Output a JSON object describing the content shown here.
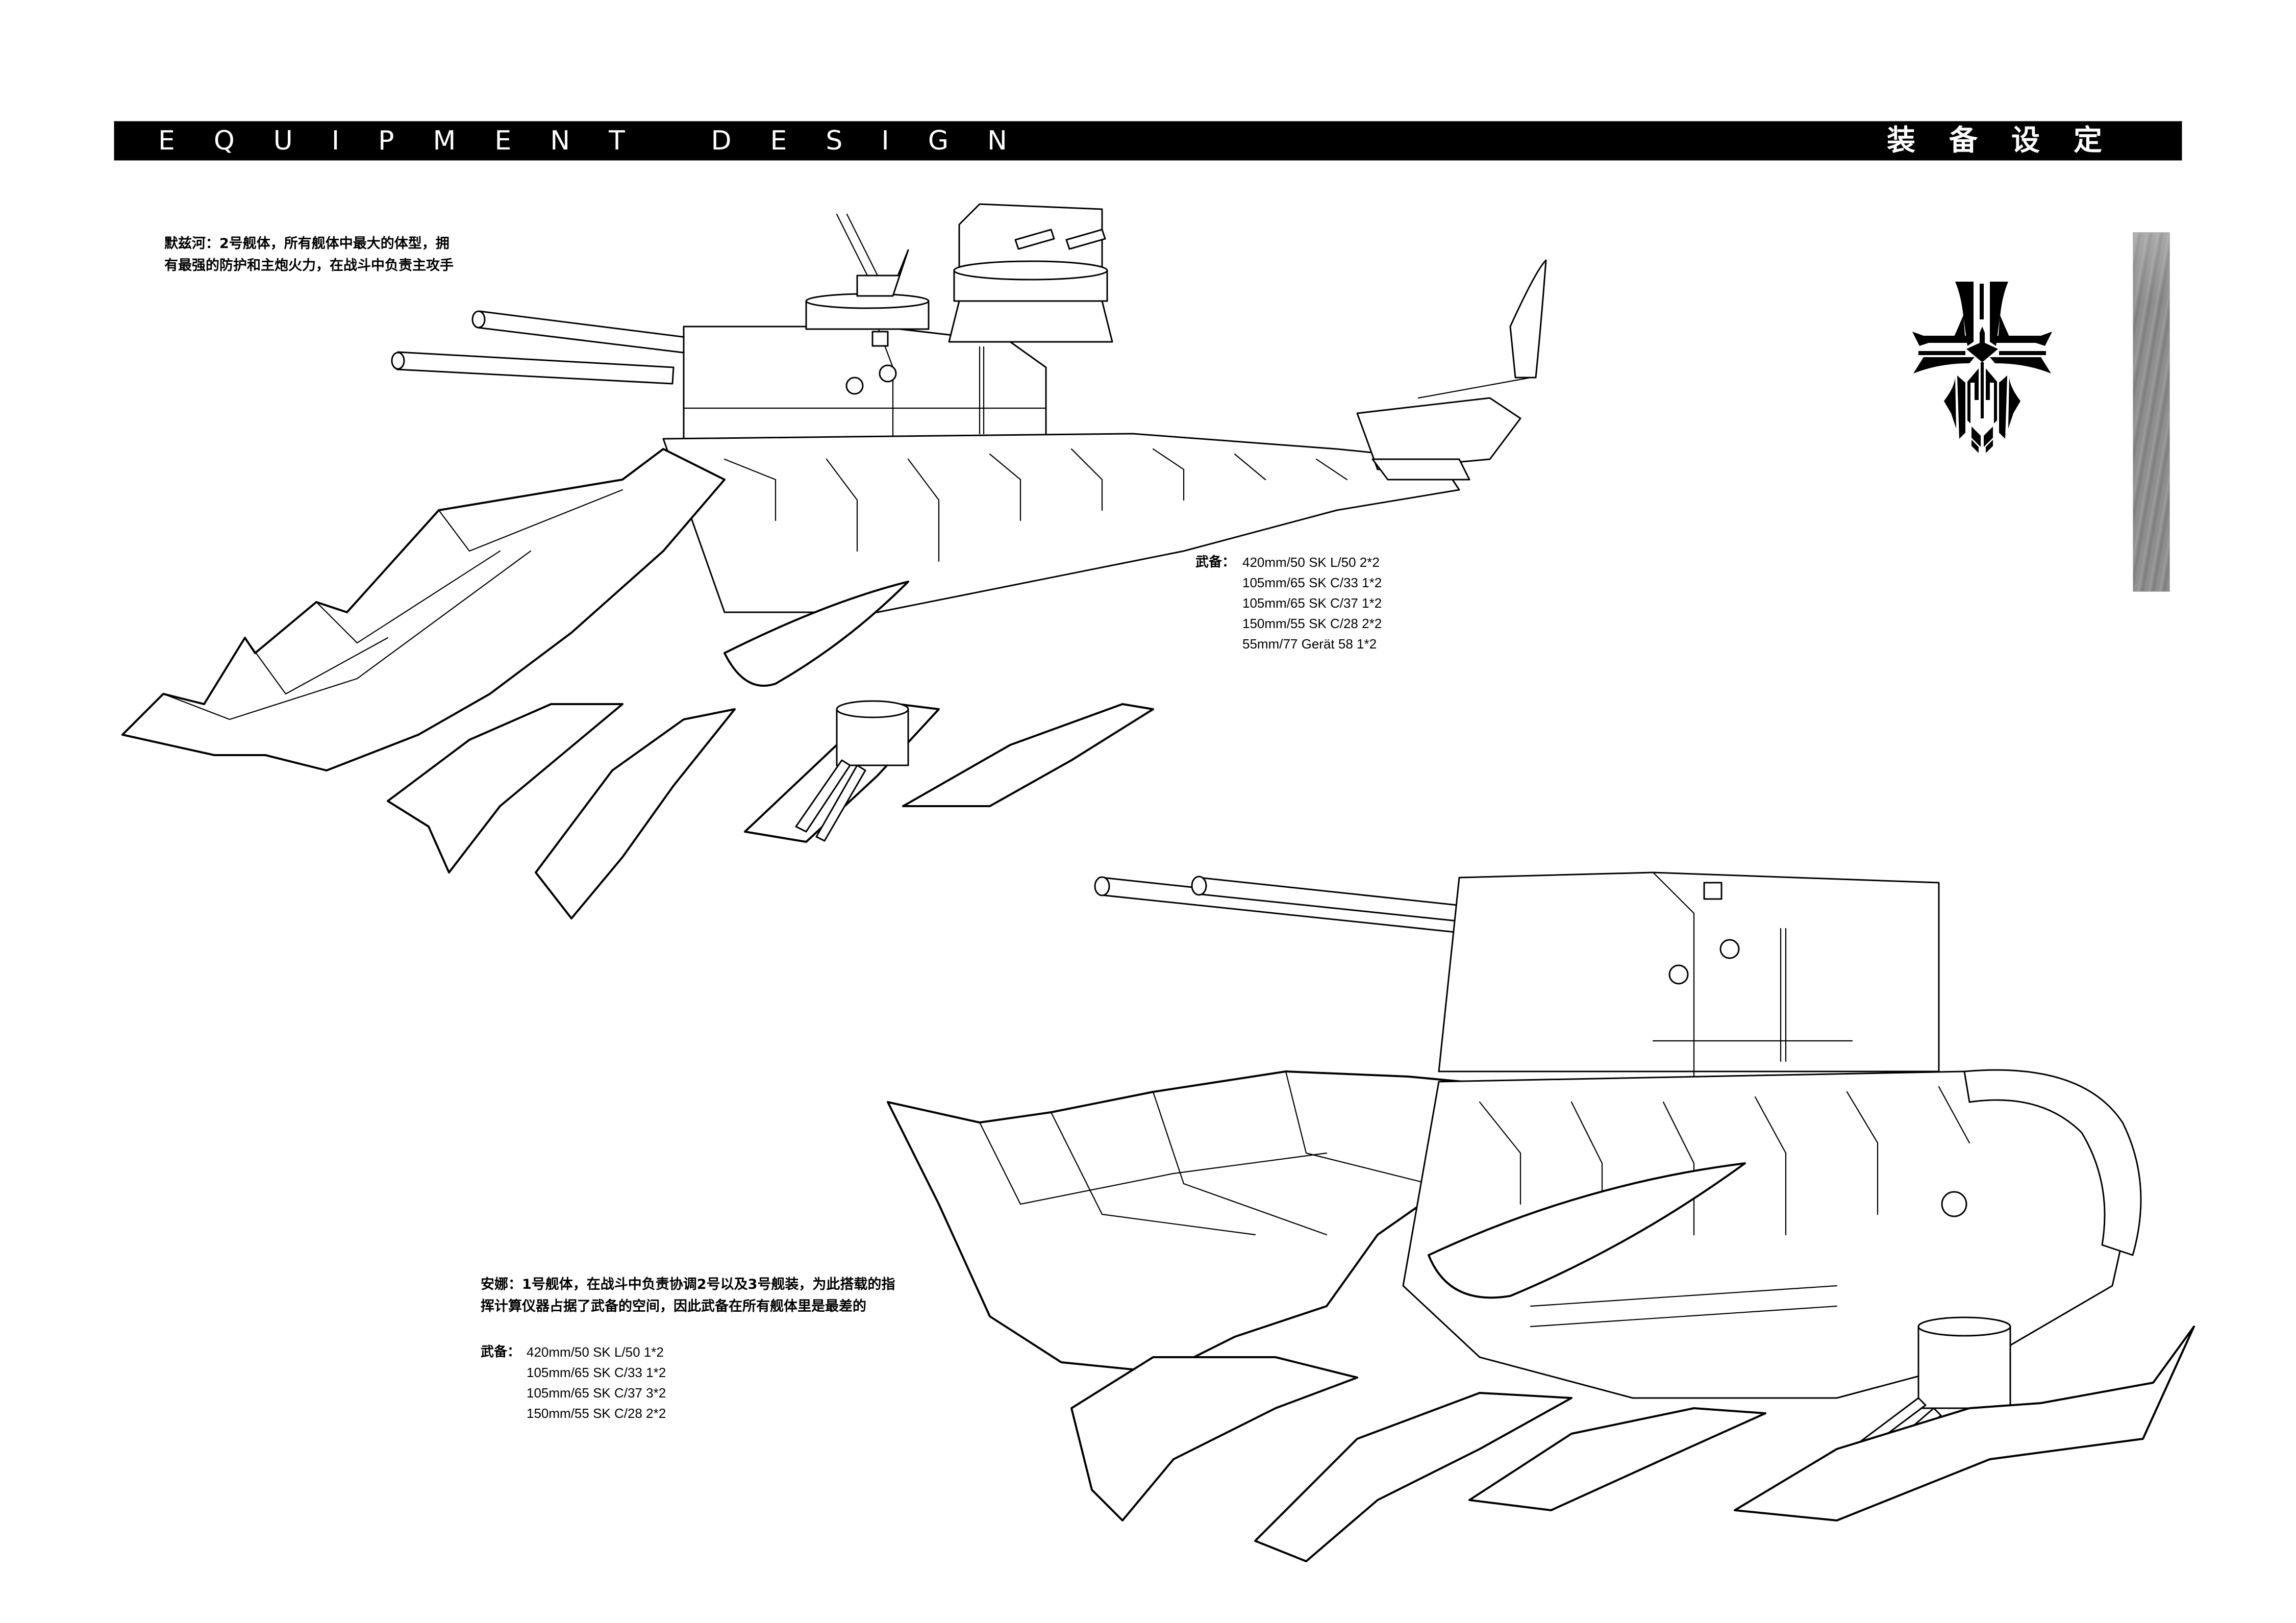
{
  "header": {
    "title_en": "EQUIPMENT DESIGN",
    "title_cn": "装备设定",
    "bar_color": "#000000",
    "text_color": "#ffffff"
  },
  "ship_2": {
    "name": "默兹河",
    "description_lines": [
      "默兹河：2号舰体，所有舰体中最大的体型，拥",
      "有最强的防护和主炮火力，在战斗中负责主攻手"
    ],
    "armament_label": "武备：",
    "armament": [
      "420mm/50 SK L/50  2*2",
      "105mm/65 SK C/33  1*2",
      "105mm/65 SK C/37  1*2",
      "150mm/55 SK C/28  2*2",
      "55mm/77 Gerät 58  1*2"
    ]
  },
  "ship_1": {
    "name": "安娜",
    "description_lines": [
      "安娜：1号舰体，在战斗中负责协调2号以及3号舰装，为此搭载的指",
      "挥计算仪器占据了武备的空间，因此武备在所有舰体里是最差的"
    ],
    "armament_label": "武备：",
    "armament": [
      "420mm/50 SK L/50  1*2",
      "105mm/65 SK C/33  1*2",
      "105mm/65 SK C/37  3*2",
      "150mm/55 SK C/28  2*2"
    ]
  },
  "decor": {
    "emblem_icon": "cross-crest-emblem",
    "texture_strip_color": "#8c8c8c"
  }
}
